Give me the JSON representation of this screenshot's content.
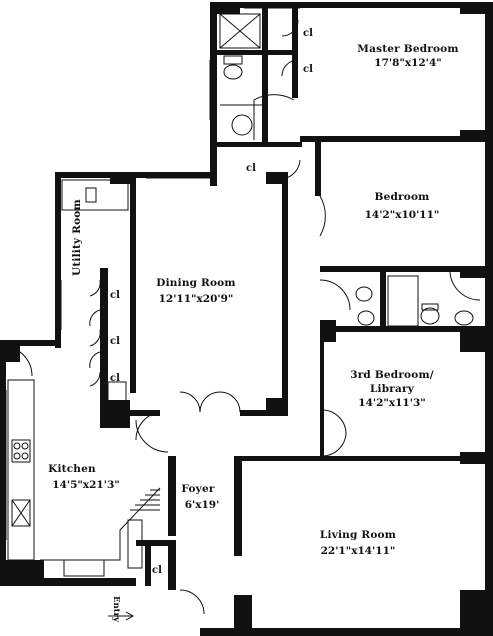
{
  "rooms": {
    "master_bedroom": {
      "name": "Master Bedroom",
      "dims": "17'8\"x12'4\""
    },
    "bedroom": {
      "name": "Bedroom",
      "dims": "14'2\"x10'11\""
    },
    "utility_room": {
      "name": "Utility Room"
    },
    "dining_room": {
      "name": "Dining Room",
      "dims": "12'11\"x20'9\""
    },
    "third_bedroom": {
      "name_line1": "3rd Bedroom/",
      "name_line2": "Library",
      "dims": "14'2\"x11'3\""
    },
    "kitchen": {
      "name": "Kitchen",
      "dims": "14'5\"x21'3\""
    },
    "foyer": {
      "name": "Foyer",
      "dims": "6'x19'"
    },
    "living_room": {
      "name": "Living Room",
      "dims": "22'1\"x14'11\""
    }
  },
  "closets": {
    "label": "cl"
  },
  "entry": {
    "label": "Entry"
  }
}
